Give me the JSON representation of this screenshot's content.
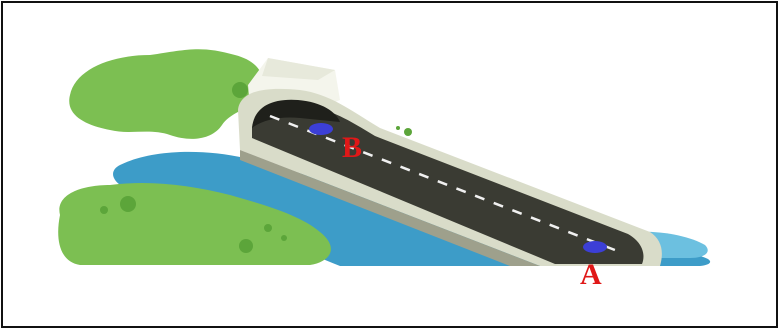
{
  "diagram": {
    "points": [
      {
        "id": "A",
        "label": "A"
      },
      {
        "id": "B",
        "label": "B"
      }
    ],
    "colors": {
      "marker": "#3c3fd6",
      "label": "#e01818",
      "grass": "#7cbf52",
      "grass_dark": "#5ca53a",
      "water": "#3d9cc8",
      "water_light": "#6cc0e0",
      "road": "#3a3b33",
      "tunnel_wall": "#d9dcc9",
      "tunnel_side": "#9ea08c",
      "lane_mark": "#f0f0f0"
    }
  }
}
